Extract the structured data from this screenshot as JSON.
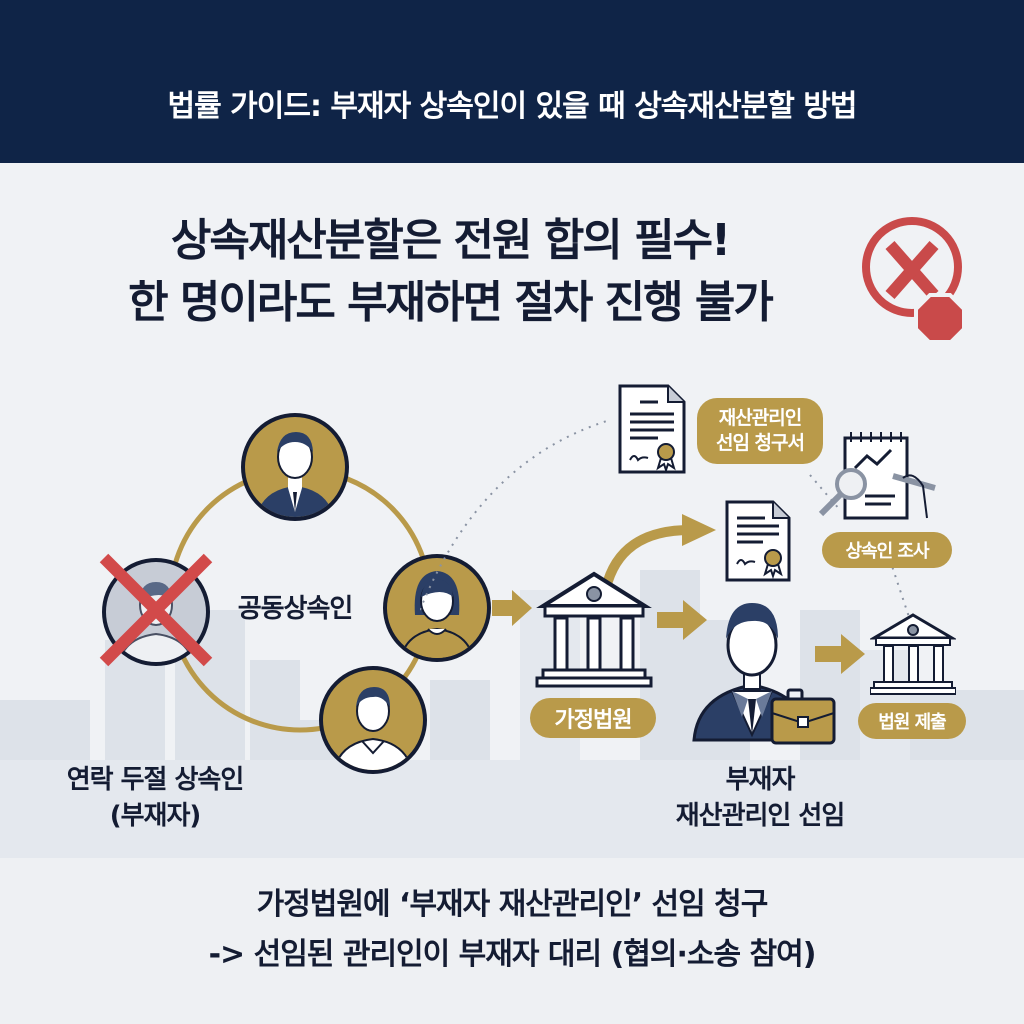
{
  "header": {
    "title": "법률 가이드: 부재자 상속인이 있을 때 상속재산분할 방법"
  },
  "headline": {
    "line1": "상속재산분할은 전원 합의 필수!",
    "line2": "한 명이라도 부재하면 절차 진행 불가"
  },
  "heirs_circle": {
    "center_label": "공동상속인",
    "absent_label_line1": "연락 두절 상속인",
    "absent_label_line2": "(부재자)"
  },
  "flow": {
    "court_label": "가정법원",
    "petition_label_line1": "재산관리인",
    "petition_label_line2": "선임 청구서",
    "investigation_label": "상속인 조사",
    "manager_label_line1": "부재자",
    "manager_label_line2": "재산관리인 선임",
    "submit_label": "법원 제출"
  },
  "footer": {
    "line1": "가정법원에 ‘부재자 재산관리인’ 선임 청구",
    "line2": "-> 선임된 관리인이 부재자 대리 (협의·소송 참여)"
  },
  "colors": {
    "navy": "#0f2447",
    "gold": "#b99a4a",
    "red": "#c94a4a",
    "background": "#f0f2f5"
  }
}
